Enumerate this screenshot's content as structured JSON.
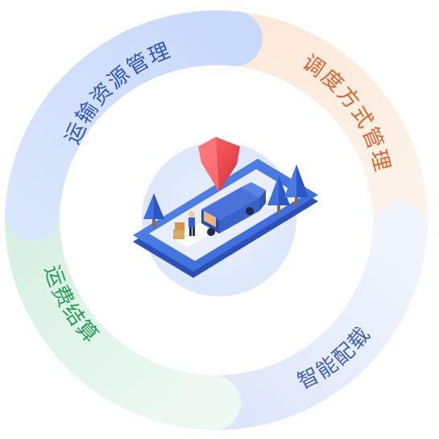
{
  "segments": [
    {
      "key": "transport",
      "label": "运输资源管理",
      "color": "#2d54c4"
    },
    {
      "key": "dispatch",
      "label": "调度方式管理",
      "color": "#e0622c"
    },
    {
      "key": "loading",
      "label": "智能配载",
      "color": "#3d5fbf"
    },
    {
      "key": "freight",
      "label": "运费结算",
      "color": "#2a9c5a"
    }
  ],
  "center_icon": "delivery-truck-map-pin-icon"
}
